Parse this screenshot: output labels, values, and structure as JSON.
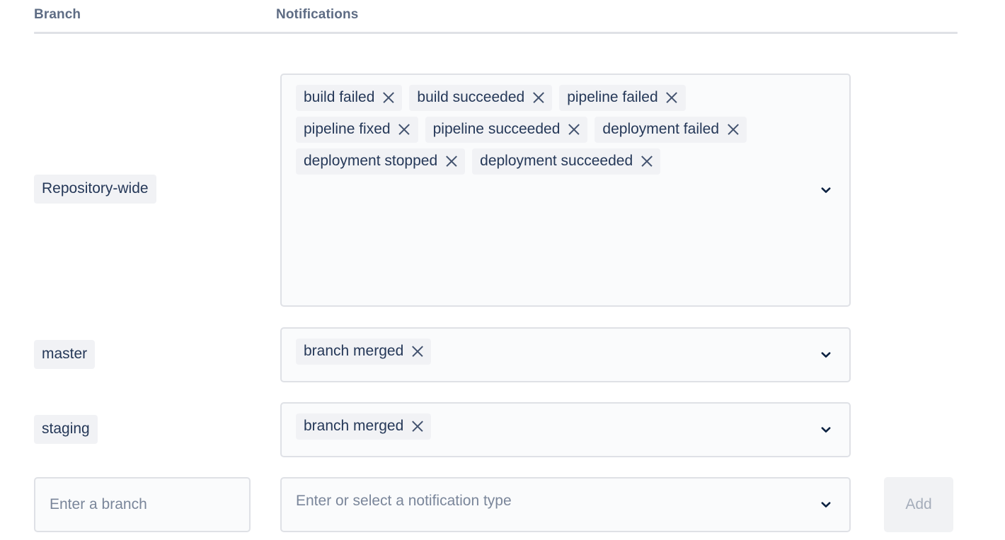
{
  "table": {
    "columns": {
      "branch": "Branch",
      "notifications": "Notifications"
    },
    "rows": [
      {
        "branch_label": "Repository-wide",
        "tags": [
          "build failed",
          "build succeeded",
          "pipeline failed",
          "pipeline fixed",
          "pipeline succeeded",
          "deployment failed",
          "deployment stopped",
          "deployment succeeded"
        ]
      },
      {
        "branch_label": "master",
        "tags": [
          "branch merged"
        ]
      },
      {
        "branch_label": "staging",
        "tags": [
          "branch merged"
        ]
      }
    ]
  },
  "add_row": {
    "branch_placeholder": "Enter a branch",
    "notification_placeholder": "Enter or select a notification type",
    "add_label": "Add",
    "add_disabled": true
  },
  "icons": {
    "chevron": "chevron-down-icon",
    "remove": "close-icon"
  },
  "colors": {
    "text": "#253858",
    "header_text": "#5e6c84",
    "placeholder": "#7a869a",
    "box_background": "#fafbfc",
    "box_border": "#dfe1e6",
    "tag_background": "#f1f2f5",
    "button_background": "#f1f2f4",
    "button_text": "#a5adba",
    "chevron": "#0b2141"
  }
}
